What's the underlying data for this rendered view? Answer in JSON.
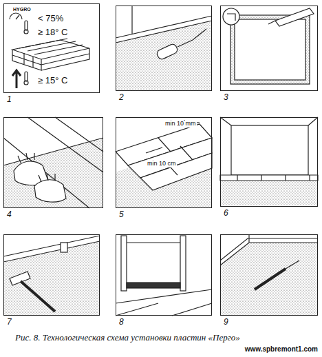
{
  "diagram": {
    "caption": "Рис. 8. Технологическая схема установки пластин «Перго»",
    "nodes": [
      {
        "text": [
          "HYGRO",
          "< 75%",
          "≥ 18° C",
          "≥ 15° C",
          "1"
        ]
      },
      {
        "text": [
          "2"
        ]
      },
      {
        "text": [
          "3"
        ]
      },
      {
        "text": [
          "4"
        ]
      },
      {
        "text": [
          "min 10 mm",
          "min 10 cm",
          "5"
        ]
      },
      {
        "text": [
          "6"
        ]
      },
      {
        "text": [
          "7"
        ]
      },
      {
        "text": [
          "8"
        ]
      },
      {
        "text": [
          "9"
        ]
      }
    ],
    "labels": [
      "www.spbremont1.com"
    ]
  }
}
